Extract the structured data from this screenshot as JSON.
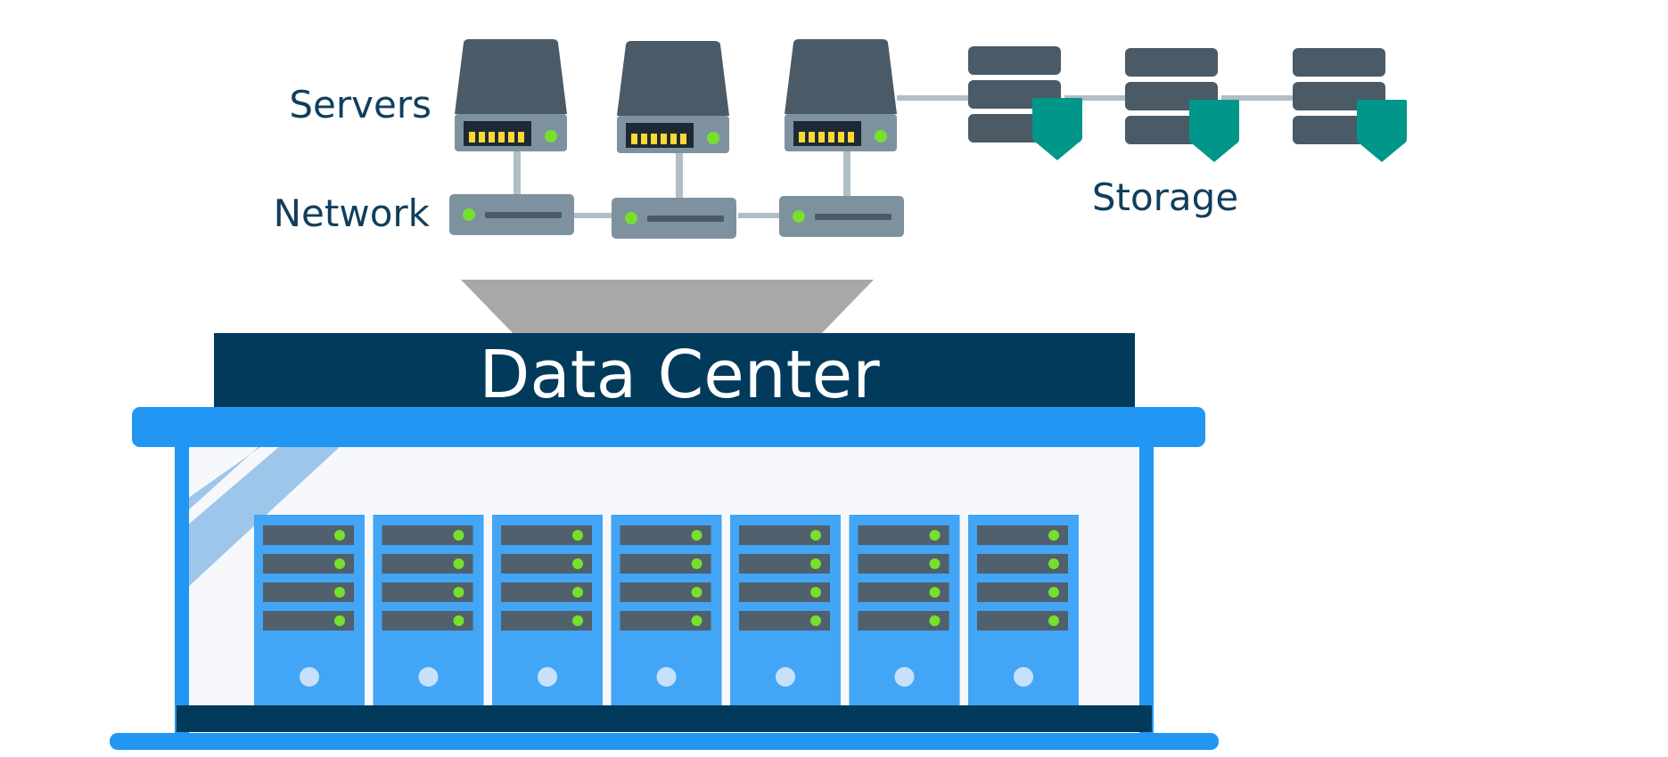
{
  "labels": {
    "servers": "Servers",
    "network": "Network",
    "storage": "Storage",
    "title": "Data Center"
  },
  "colors": {
    "navy": "#023a5c",
    "text": "#123e5c",
    "blue": "#2196f3",
    "rack": "#42a5f5",
    "slot": "#50606c",
    "server_dark": "#4a5a66",
    "server_light": "#7e919e",
    "led": "#76e02c",
    "chip": "#fdd835",
    "shield": "#00968a",
    "funnel": "#a8a8a8",
    "line": "#b0bec5",
    "interior": "#f6f8fb",
    "glass": "#9ec5ea"
  },
  "icons": {
    "server": "server-icon",
    "switch": "network-switch-icon",
    "storage": "storage-stack-icon",
    "shield": "shield-icon",
    "rack": "server-rack-icon"
  },
  "counts": {
    "servers": 3,
    "network_switches": 3,
    "storage_units": 3,
    "racks": 7,
    "slots_per_rack": 4
  }
}
